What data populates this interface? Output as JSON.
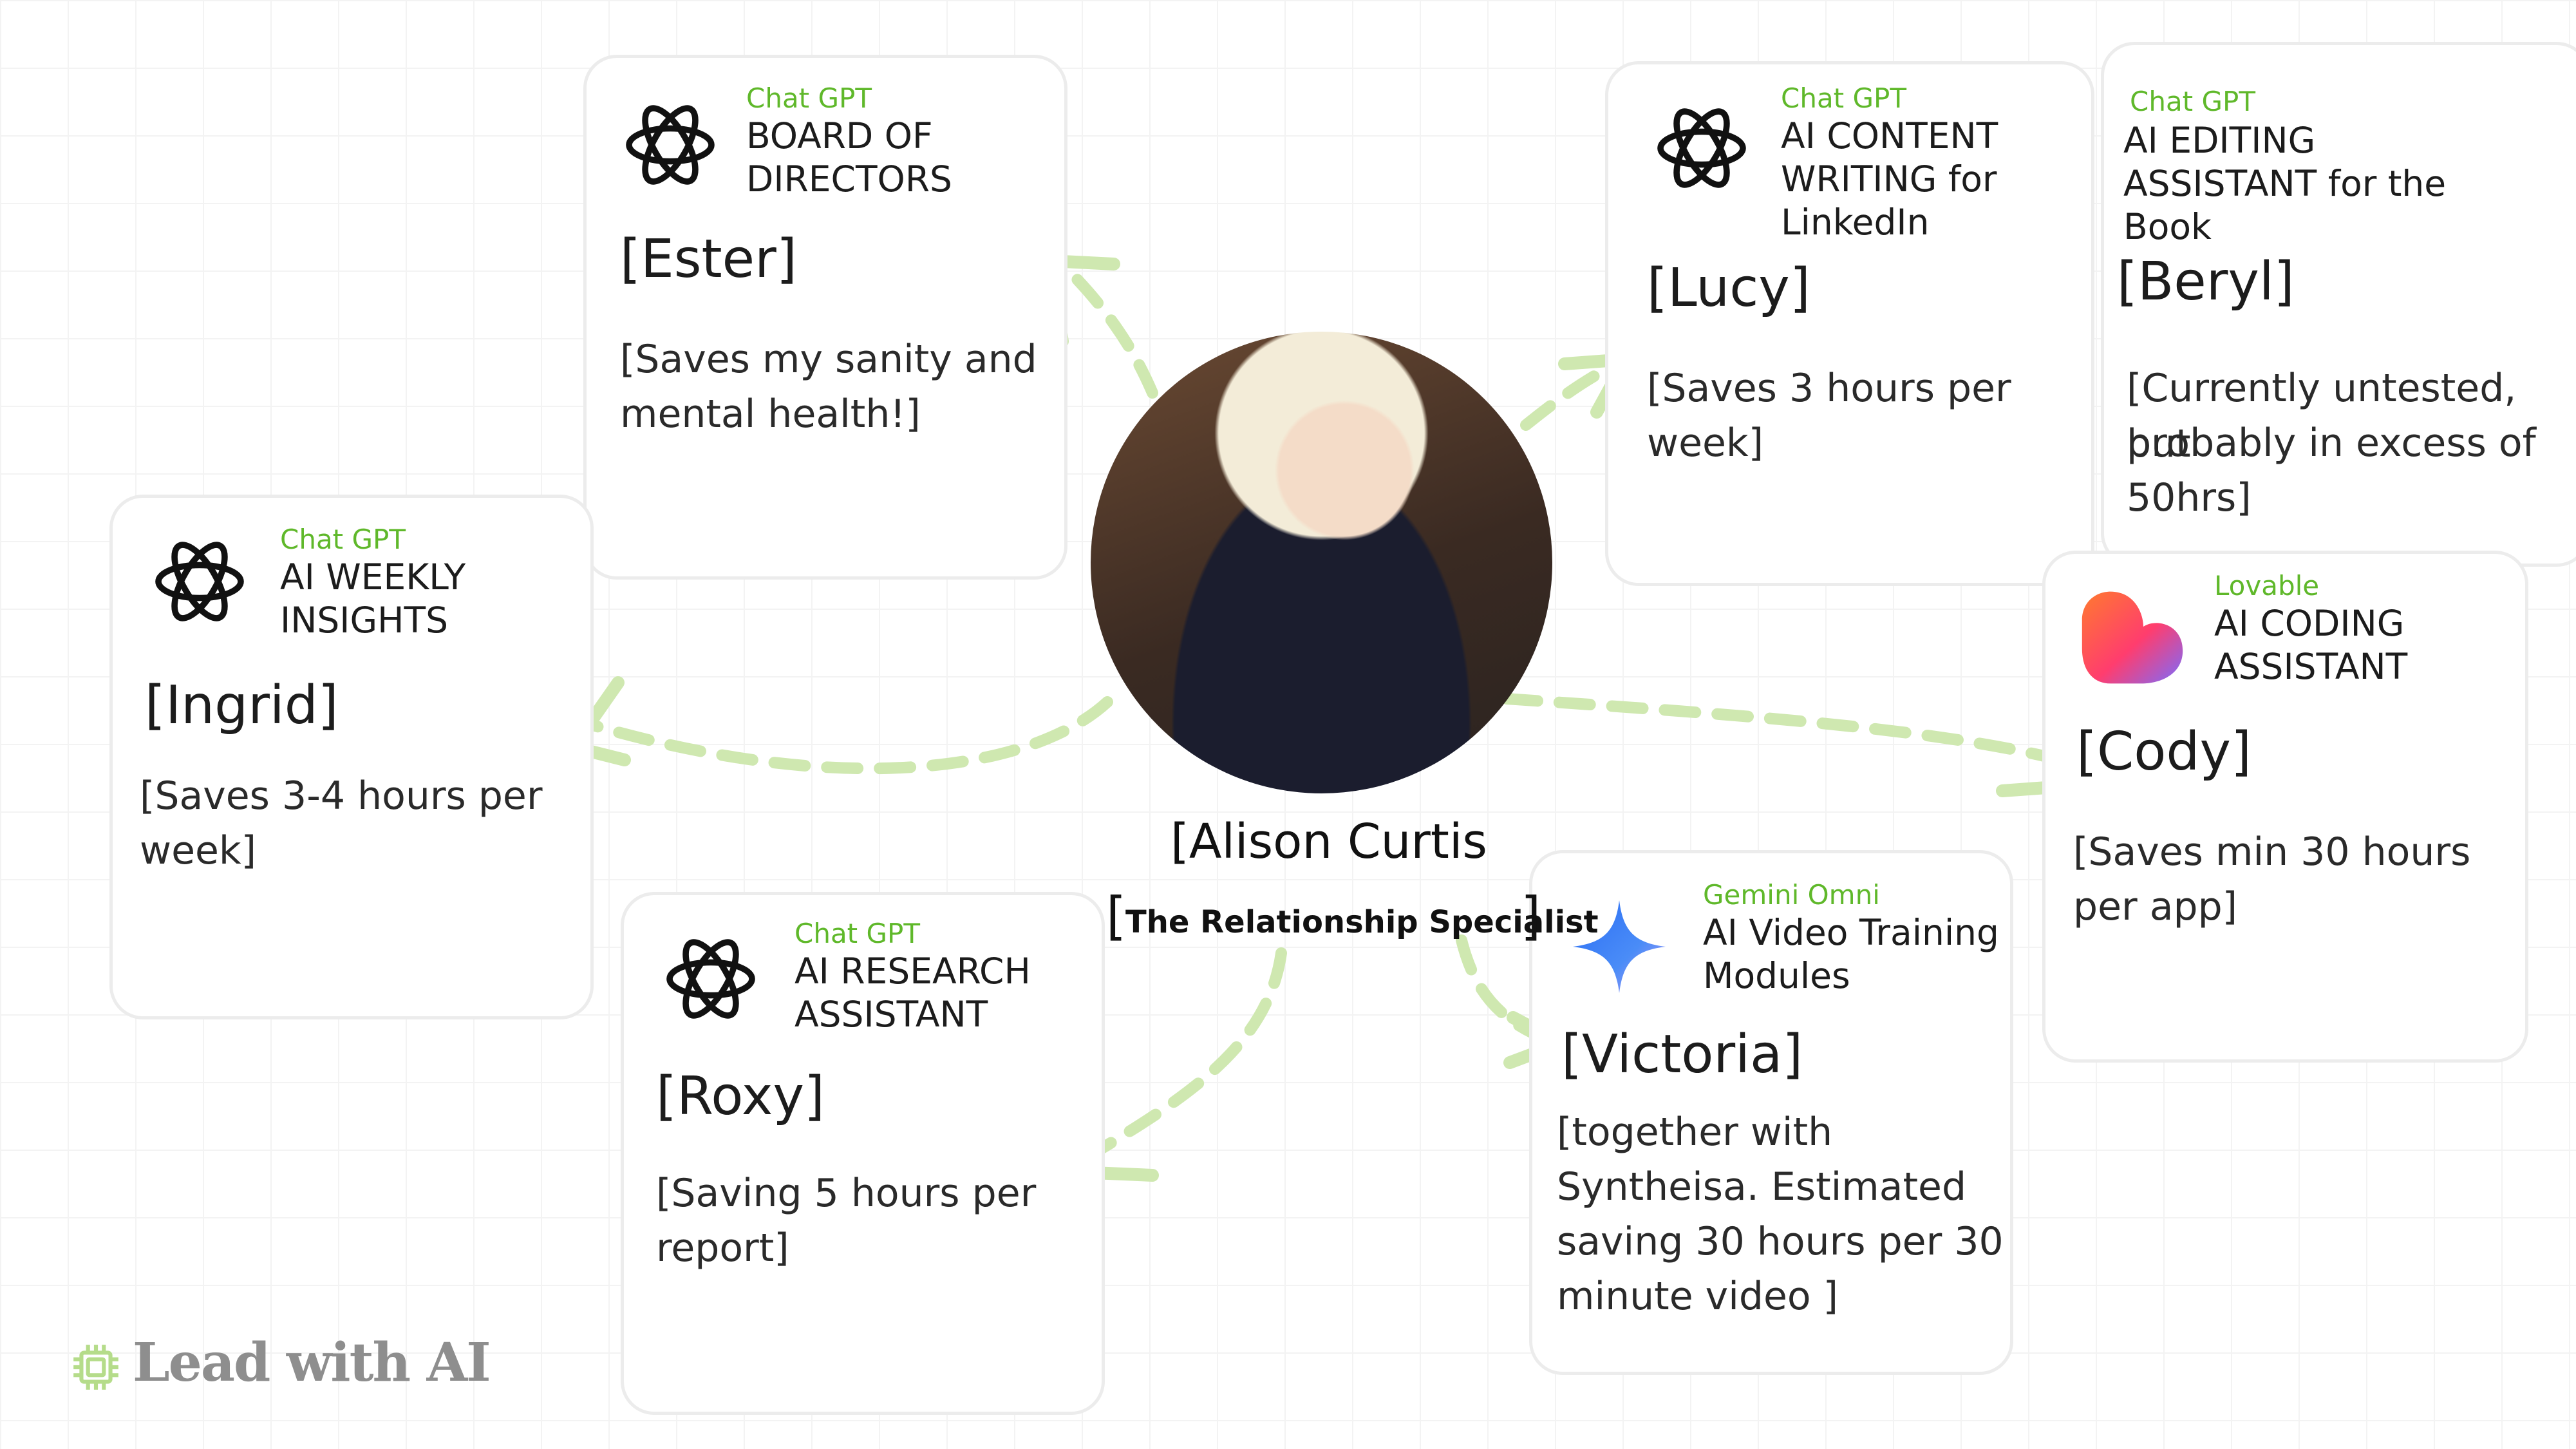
{
  "person": {
    "name": "[Alison Curtis",
    "title": "The Relationship Specialist"
  },
  "cards": {
    "ester": {
      "tool": "Chat GPT",
      "role1": "BOARD OF",
      "role2": "DIRECTORS",
      "name": "[Ester]",
      "note1": "[Saves my sanity and",
      "note2": "mental health!]"
    },
    "lucy": {
      "tool": "Chat GPT",
      "role1": "AI CONTENT",
      "role2": "WRITING for",
      "role3": "LinkedIn",
      "name": "[Lucy]",
      "note1": "[Saves 3 hours per",
      "note2": "week]"
    },
    "beryl": {
      "tool": "Chat GPT",
      "role1": "AI EDITING",
      "role2": "ASSISTANT for the",
      "role3": "Book",
      "name": "[Beryl]",
      "note1": "[Currently untested, but",
      "note2": "probably in excess of",
      "note3": "50hrs]"
    },
    "ingrid": {
      "tool": "Chat GPT",
      "role1": "AI WEEKLY",
      "role2": "INSIGHTS",
      "name": "[Ingrid]",
      "note1": "[Saves 3-4 hours per",
      "note2": "week]"
    },
    "cody": {
      "tool": "Lovable",
      "role1": "AI CODING",
      "role2": "ASSISTANT",
      "name": "[Cody]",
      "note1": "[Saves min 30 hours",
      "note2": "per app]"
    },
    "roxy": {
      "tool": "Chat GPT",
      "role1": "AI RESEARCH",
      "role2": "ASSISTANT",
      "name": "[Roxy]",
      "note1": "[Saving 5 hours per",
      "note2": "report]"
    },
    "victoria": {
      "tool": "Gemini Omni",
      "role1": "AI Video Training",
      "role2": "Modules",
      "name": "[Victoria]",
      "note1": "[together with",
      "note2": "Syntheisa. Estimated",
      "note3": "saving 30 hours per 30",
      "note4": "minute video ]"
    }
  },
  "logo": {
    "text": "Lead with AI"
  },
  "icons": {
    "chatgpt": "openai-logo-icon",
    "lovable": "lovable-logo-icon",
    "gemini": "gemini-sparkle-icon",
    "lead": "chip-icon"
  },
  "colors": {
    "accent_green": "#5fb82a",
    "arrow_green": "#cfe8b0",
    "card_border": "#ececec"
  }
}
